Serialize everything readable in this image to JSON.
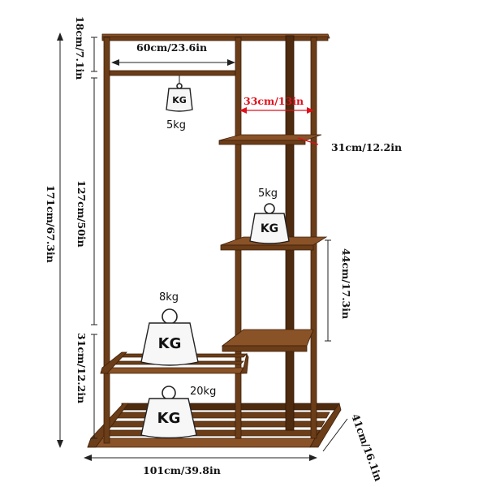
{
  "dimensions": {
    "top_section_height": "18cm/7.1in",
    "overall_height": "171cm/67.3in",
    "middle_height": "127cm/50in",
    "bottom_shelf_height": "31cm/12.2in",
    "top_width": "60cm/23.6in",
    "shelf_width": "33cm/13in",
    "shelf_depth": "31cm/12.2in",
    "right_spacing": "44cm/17.3in",
    "base_width": "101cm/39.8in",
    "base_depth": "41cm/16.1in"
  },
  "weights": {
    "rail": {
      "label": "5kg",
      "tag": "KG"
    },
    "shelf": {
      "label": "5kg",
      "tag": "KG"
    },
    "lower_shelf": {
      "label": "8kg",
      "tag": "KG"
    },
    "base": {
      "label": "20kg",
      "tag": "KG"
    }
  },
  "colors": {
    "wood": "#6b3d18",
    "wood_light": "#8a5227",
    "highlight_dimension": "#e0101a"
  }
}
